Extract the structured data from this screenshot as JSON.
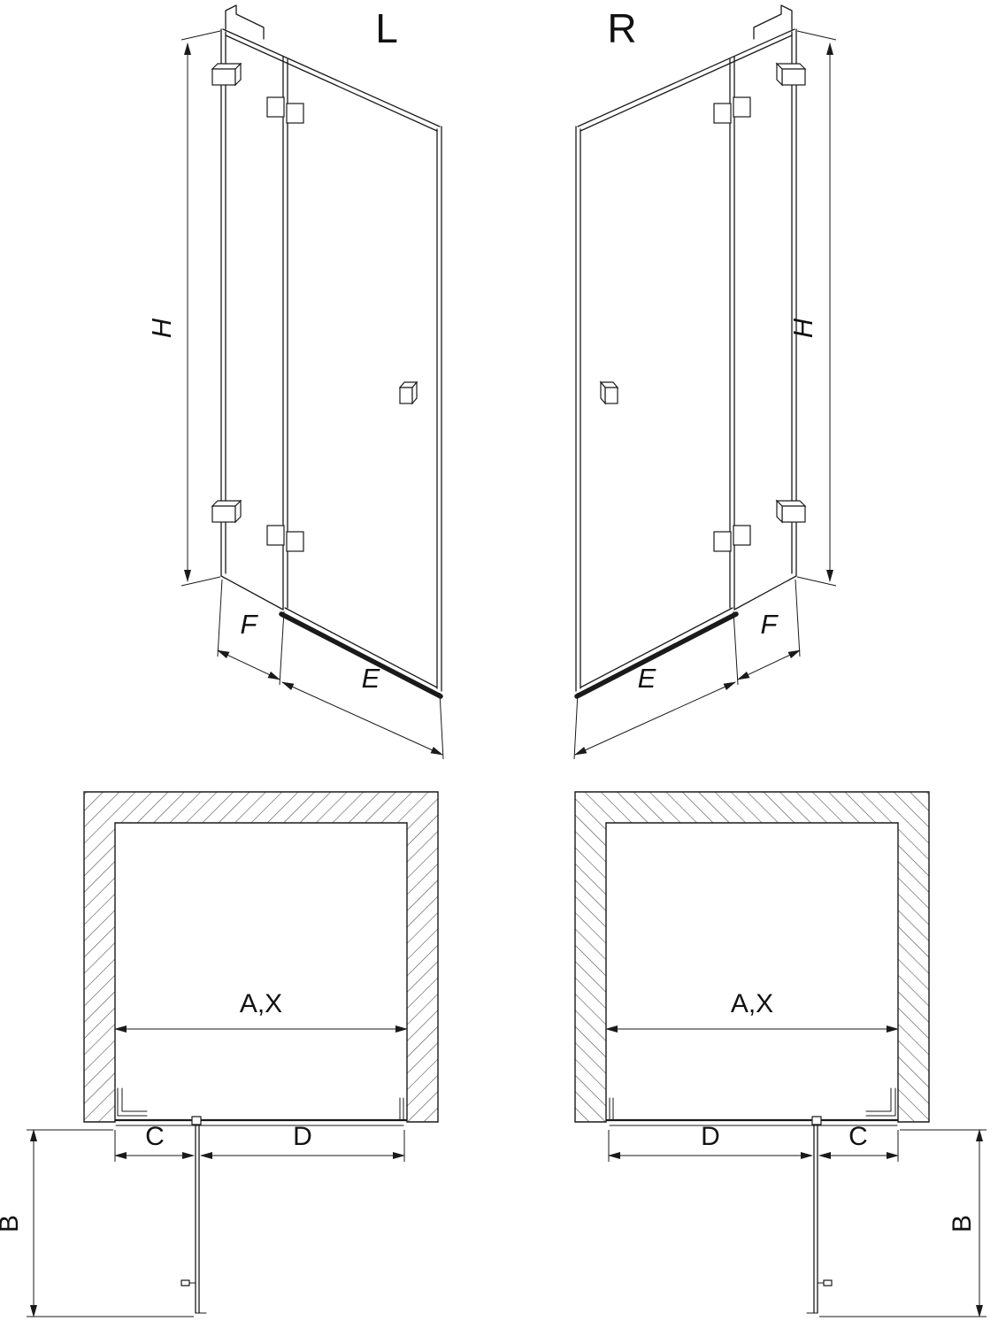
{
  "labels": {
    "left_variant": "L",
    "right_variant": "R"
  },
  "left_elevation": {
    "height": "H",
    "fixed_width": "F",
    "door_width": "E"
  },
  "right_elevation": {
    "height": "H",
    "fixed_width": "F",
    "door_width": "E"
  },
  "left_plan": {
    "opening_width": "A,X",
    "hinge_offset": "C",
    "door_span": "D",
    "depth": "B"
  },
  "right_plan": {
    "opening_width": "A,X",
    "hinge_offset": "C",
    "door_span": "D",
    "depth": "B"
  },
  "colors": {
    "line": "#1a1a1a",
    "background": "#ffffff"
  }
}
